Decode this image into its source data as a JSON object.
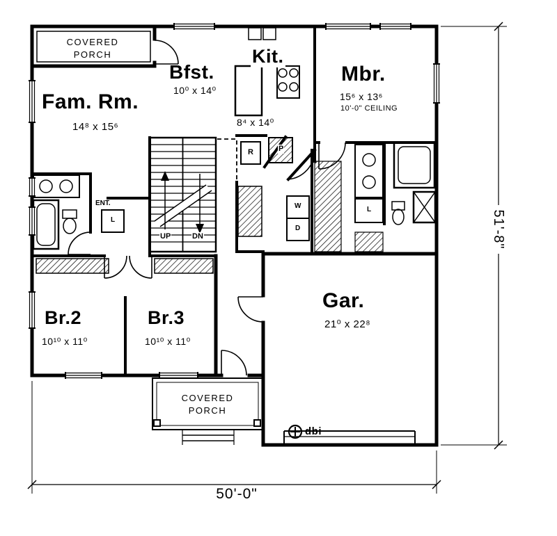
{
  "plan": {
    "rooms": {
      "fam_rm": {
        "name": "Fam. Rm.",
        "dims": "14⁸ x 15⁶"
      },
      "bfst": {
        "name": "Bfst.",
        "dims": "10⁰ x 14⁰"
      },
      "kit": {
        "name": "Kit.",
        "dims": "8⁴ x 14⁰"
      },
      "mbr": {
        "name": "Mbr.",
        "dims": "15⁶ x 13⁶",
        "ceiling": "10'-0\" CEILING"
      },
      "br2": {
        "name": "Br.2",
        "dims": "10¹⁰ x 11⁰"
      },
      "br3": {
        "name": "Br.3",
        "dims": "10¹⁰ x 11⁰"
      },
      "gar": {
        "name": "Gar.",
        "dims": "21⁰ x 22⁸"
      }
    },
    "porch_top": "COVERED PORCH",
    "porch_bottom": "COVERED PORCH",
    "features": {
      "entry": "ENT.",
      "linen_entry": "L",
      "linen_master": "L",
      "range": "R",
      "pantry": "P",
      "washer": "W",
      "dryer": "D",
      "stairs_up": "UP",
      "stairs_down": "DN"
    },
    "dimensions": {
      "overall_width": "50'-0\"",
      "overall_depth": "51'-8\""
    },
    "logo": "dbi"
  }
}
